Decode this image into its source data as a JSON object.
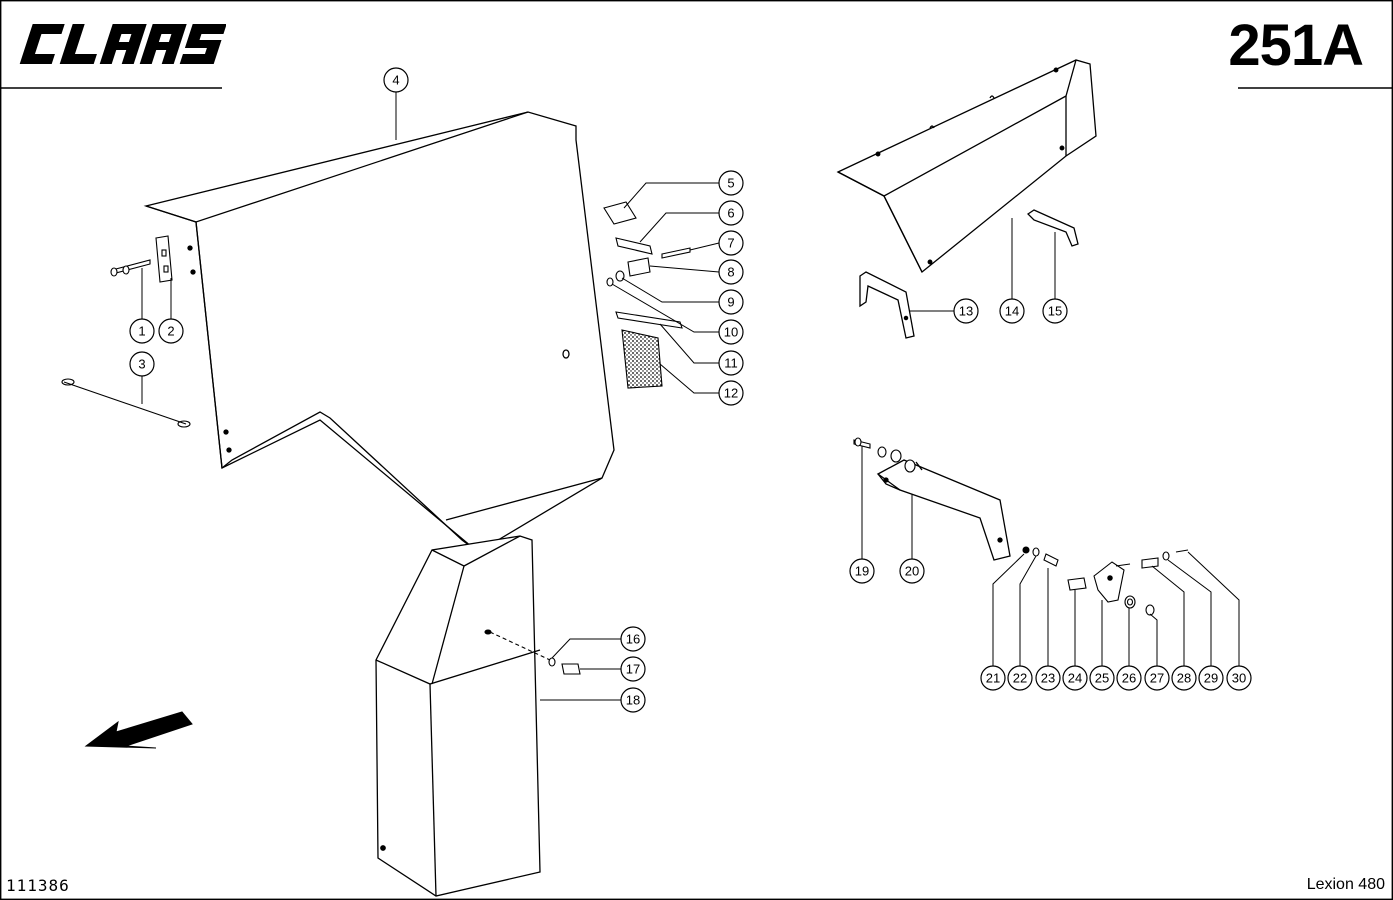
{
  "header": {
    "brand": "CLAAS",
    "page_code": "251A"
  },
  "footer": {
    "drawing_number": "111386",
    "model": "Lexion 480"
  },
  "callouts": [
    "1",
    "2",
    "3",
    "4",
    "5",
    "6",
    "7",
    "8",
    "9",
    "10",
    "11",
    "12",
    "13",
    "14",
    "15",
    "16",
    "17",
    "18",
    "19",
    "20",
    "21",
    "22",
    "23",
    "24",
    "25",
    "26",
    "27",
    "28",
    "29",
    "30"
  ],
  "icons": {
    "direction_arrow": "left-down-arrow-icon",
    "logo": "claas-logo"
  },
  "colors": {
    "ink": "#000000",
    "paper": "#ffffff"
  }
}
